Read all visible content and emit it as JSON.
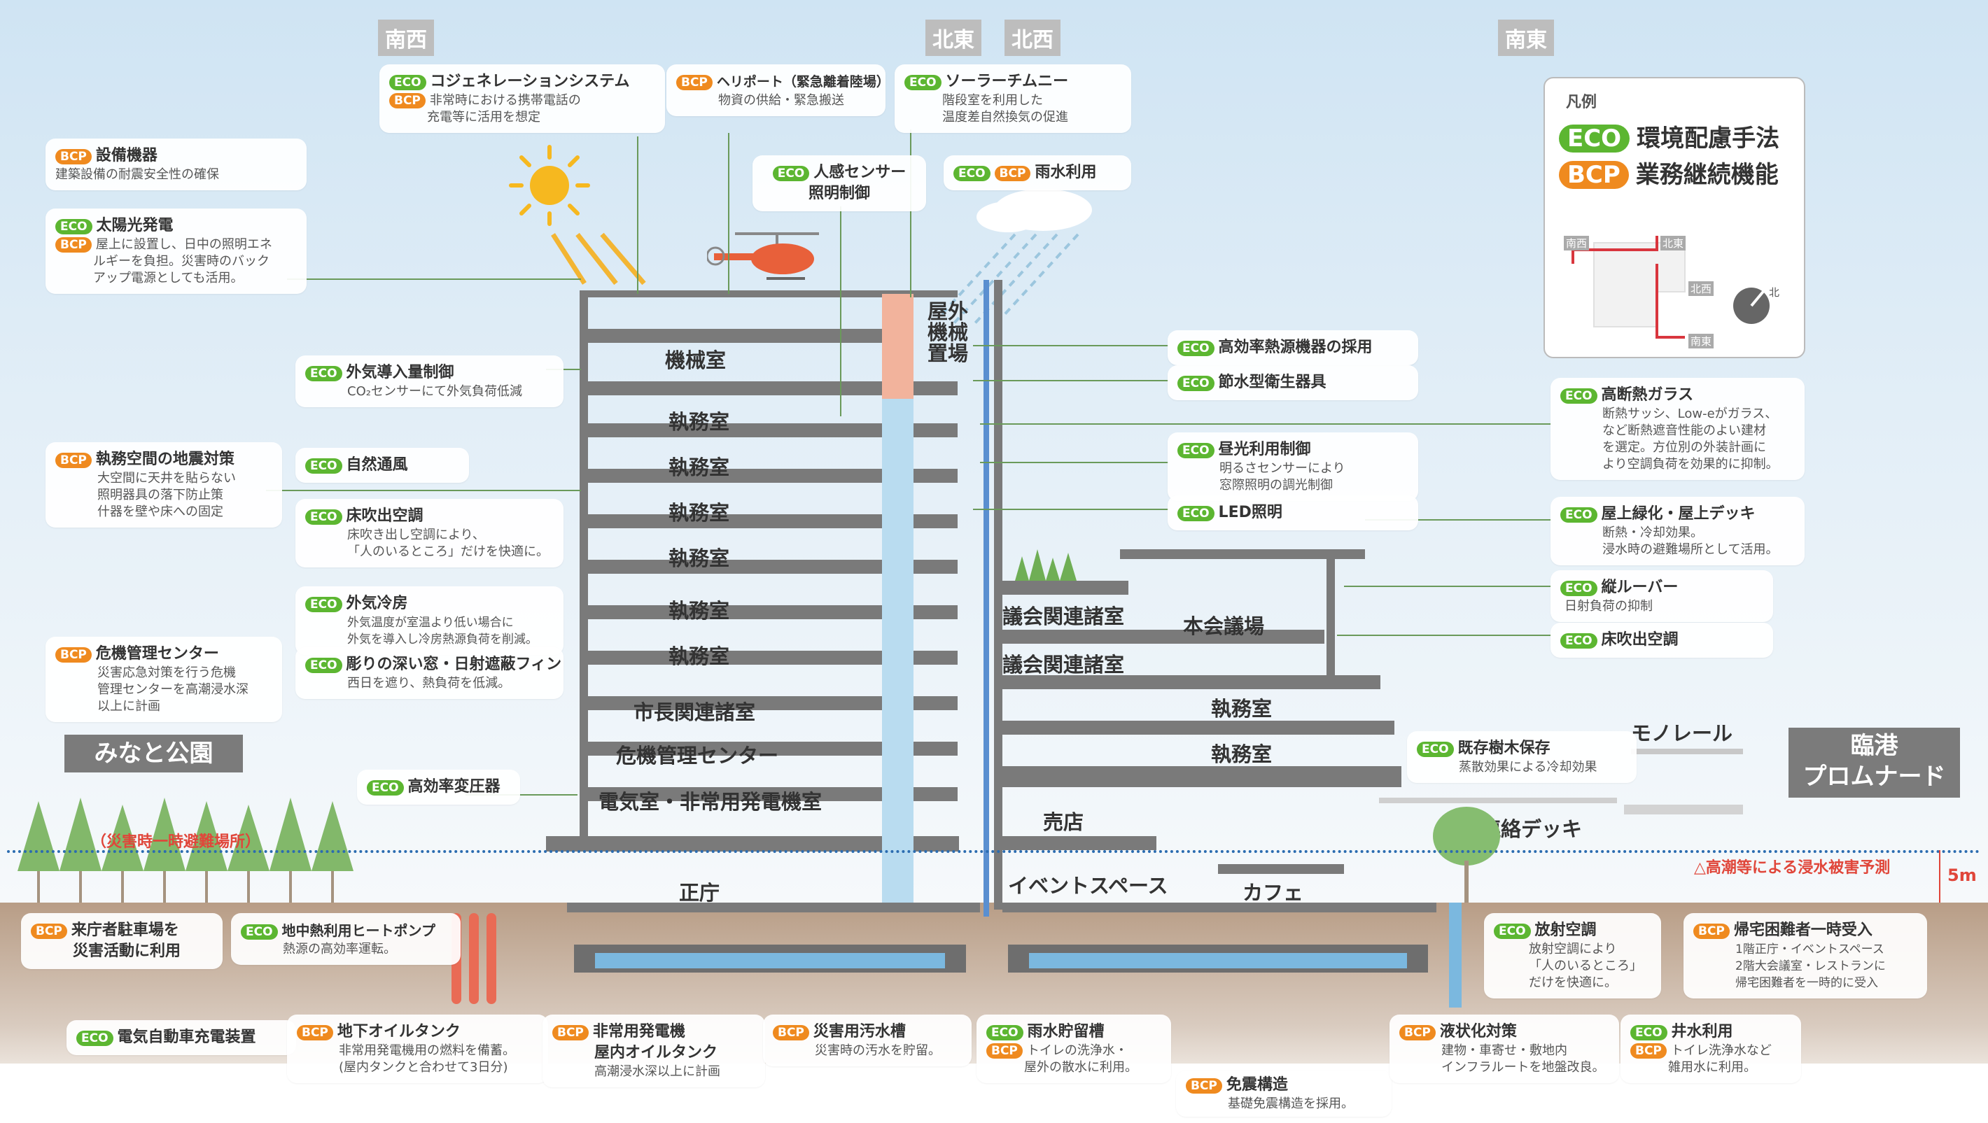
{
  "directions": {
    "sw": "南西",
    "ne": "北東",
    "nw": "北西",
    "se": "南東"
  },
  "colors": {
    "eco": "#5cb631",
    "bcp": "#ef8a1f",
    "flood_line": "#2b6cb0",
    "evac_text": "#e0463a"
  },
  "legend": {
    "title": "凡例",
    "eco_tag": "ECO",
    "eco_text": "環境配慮手法",
    "bcp_tag": "BCP",
    "bcp_text": "業務継続機能",
    "map": {
      "sw": "南西",
      "ne": "北東",
      "nw": "北西",
      "se": "南東",
      "north": "北"
    }
  },
  "callouts": {
    "setsubi": {
      "tags": [
        "BCP"
      ],
      "title": "設備機器",
      "desc": [
        "建築設備の耐震安全性の確保"
      ]
    },
    "solar": {
      "tags": [
        "ECO",
        "BCP"
      ],
      "title": "太陽光発電",
      "desc": [
        "屋上に設置し、日中の照明エネ",
        "ルギーを負担。災害時のバック",
        "アップ電源としても活用。"
      ]
    },
    "cogen": {
      "tags": [
        "ECO",
        "BCP"
      ],
      "title": "コジェネレーションシステム",
      "desc": [
        "非常時における携帯電話の",
        "充電等に活用を想定"
      ]
    },
    "heliport": {
      "tags": [
        "BCP"
      ],
      "title": "ヘリポート（緊急離着陸場）",
      "desc": [
        "物資の供給・緊急搬送"
      ]
    },
    "solar_chimney": {
      "tags": [
        "ECO"
      ],
      "title": "ソーラーチムニー",
      "desc": [
        "階段室を利用した",
        "温度差自然換気の促進"
      ]
    },
    "sensor": {
      "tags": [
        "ECO"
      ],
      "title": "人感センサー",
      "desc": [
        "照明制御"
      ]
    },
    "rainwater": {
      "tags": [
        "ECO",
        "BCP"
      ],
      "title": "雨水利用",
      "desc": []
    },
    "outdoor_air": {
      "tags": [
        "ECO"
      ],
      "title": "外気導入量制御",
      "desc": [
        "CO₂センサーにて外気負荷低減"
      ]
    },
    "quake_office": {
      "tags": [
        "BCP"
      ],
      "title": "執務空間の地震対策",
      "desc": [
        "大空間に天井を貼らない",
        "照明器具の落下防止策",
        "什器を壁や床への固定"
      ]
    },
    "natural_vent": {
      "tags": [
        "ECO"
      ],
      "title": "自然通風",
      "desc": []
    },
    "floor_ac": {
      "tags": [
        "ECO"
      ],
      "title": "床吹出空調",
      "desc": [
        "床吹き出し空調により、",
        "「人のいるところ」だけを快適に。"
      ]
    },
    "outdoor_cool": {
      "tags": [
        "ECO"
      ],
      "title": "外気冷房",
      "desc": [
        "外気温度が室温より低い場合に",
        "外気を導入し冷房熱源負荷を削減。"
      ]
    },
    "fins": {
      "tags": [
        "ECO"
      ],
      "title": "彫りの深い窓・日射遮蔽フィン",
      "desc": [
        "西日を遮り、熱負荷を低減。"
      ]
    },
    "crisis_center": {
      "tags": [
        "BCP"
      ],
      "title": "危機管理センター",
      "desc": [
        "災害応急対策を行う危機",
        "管理センターを高潮浸水深",
        "以上に計画"
      ]
    },
    "transformer": {
      "tags": [
        "ECO"
      ],
      "title": "高効率変圧器",
      "desc": []
    },
    "heat_source": {
      "tags": [
        "ECO"
      ],
      "title": "高効率熱源機器の採用",
      "desc": []
    },
    "water_saving": {
      "tags": [
        "ECO"
      ],
      "title": "節水型衛生器具",
      "desc": []
    },
    "daylight": {
      "tags": [
        "ECO"
      ],
      "title": "昼光利用制御",
      "desc": [
        "明るさセンサーにより",
        "窓際照明の調光制御"
      ]
    },
    "led": {
      "tags": [
        "ECO"
      ],
      "title": "LED照明",
      "desc": []
    },
    "glass": {
      "tags": [
        "ECO"
      ],
      "title": "高断熱ガラス",
      "desc": [
        "断熱サッシ、Low-eがガラス、",
        "など断熱遮音性能のよい建材",
        "を選定。方位別の外装計画に",
        "より空調負荷を効果的に抑制。"
      ]
    },
    "roof_green": {
      "tags": [
        "ECO"
      ],
      "title": "屋上緑化・屋上デッキ",
      "desc": [
        "断熱・冷却効果。",
        "浸水時の避難場所として活用。"
      ]
    },
    "louver": {
      "tags": [
        "ECO"
      ],
      "title": "縦ルーバー",
      "desc": [
        "日射負荷の抑制"
      ]
    },
    "floor_ac2": {
      "tags": [
        "ECO"
      ],
      "title": "床吹出空調",
      "desc": []
    },
    "trees": {
      "tags": [
        "ECO"
      ],
      "title": "既存樹木保存",
      "desc": [
        "蒸散効果による冷却効果"
      ]
    },
    "parking": {
      "tags": [
        "BCP"
      ],
      "title": "来庁者駐車場を",
      "desc": [
        "災害活動に利用"
      ]
    },
    "geothermal": {
      "tags": [
        "ECO"
      ],
      "title": "地中熱利用ヒートポンプ",
      "desc": [
        "熱源の高効率運転。"
      ]
    },
    "radiant": {
      "tags": [
        "ECO"
      ],
      "title": "放射空調",
      "desc": [
        "放射空調により",
        "「人のいるところ」",
        "だけを快適に。"
      ]
    },
    "stranded": {
      "tags": [
        "BCP"
      ],
      "title": "帰宅困難者一時受入",
      "desc": [
        "1階正庁・イベントスペース",
        "2階大会議室・レストランに",
        "帰宅困難者を一時的に受入"
      ]
    },
    "ev": {
      "tags": [
        "ECO"
      ],
      "title": "電気自動車充電装置",
      "desc": []
    },
    "oil_tank": {
      "tags": [
        "BCP"
      ],
      "title": "地下オイルタンク",
      "desc": [
        "非常用発電機用の燃料を備蓄。",
        "(屋内タンクと合わせて3日分)"
      ]
    },
    "generator": {
      "tags": [
        "BCP"
      ],
      "title": "非常用発電機",
      "desc": []
    },
    "indoor_tank": {
      "tags": [],
      "title": "屋内オイルタンク",
      "desc": [
        "高潮浸水深以上に計画"
      ]
    },
    "sewage": {
      "tags": [
        "BCP"
      ],
      "title": "災害用汚水槽",
      "desc": [
        "災害時の汚水を貯留。"
      ]
    },
    "rain_tank": {
      "tags": [
        "ECO",
        "BCP"
      ],
      "title": "雨水貯留槽",
      "desc": [
        "トイレの洗浄水・",
        "屋外の散水に利用。"
      ]
    },
    "liquefaction": {
      "tags": [
        "BCP"
      ],
      "title": "液状化対策",
      "desc": [
        "建物・車寄せ・敷地内",
        "インフラルートを地盤改良。"
      ]
    },
    "well": {
      "tags": [
        "ECO",
        "BCP"
      ],
      "title": "井水利用",
      "desc": [
        "トイレ洗浄水など",
        "雑用水に利用。"
      ]
    },
    "isolation": {
      "tags": [
        "BCP"
      ],
      "title": "免震構造",
      "desc": [
        "基礎免震構造を採用。"
      ]
    }
  },
  "rooms": {
    "machine": "機械室",
    "outdoor_yard": "屋外\n機械\n置場",
    "office": "執務室",
    "mayor": "市長関連諸室",
    "crisis": "危機管理センター",
    "electric": "電気室・非常用発電機室",
    "seicho": "正庁",
    "council": "議会関連諸室",
    "assembly": "本会議場",
    "shop": "売店",
    "event": "イベントスペース",
    "cafe": "カフェ",
    "deck": "連絡デッキ",
    "monorail": "モノレール"
  },
  "places": {
    "park": "みなと公園",
    "promenade": "臨港\nプロムナード",
    "evac": "（災害時一時避難場所）"
  },
  "flood": {
    "note": "△高潮等による浸水被害予測",
    "depth": "5m"
  }
}
